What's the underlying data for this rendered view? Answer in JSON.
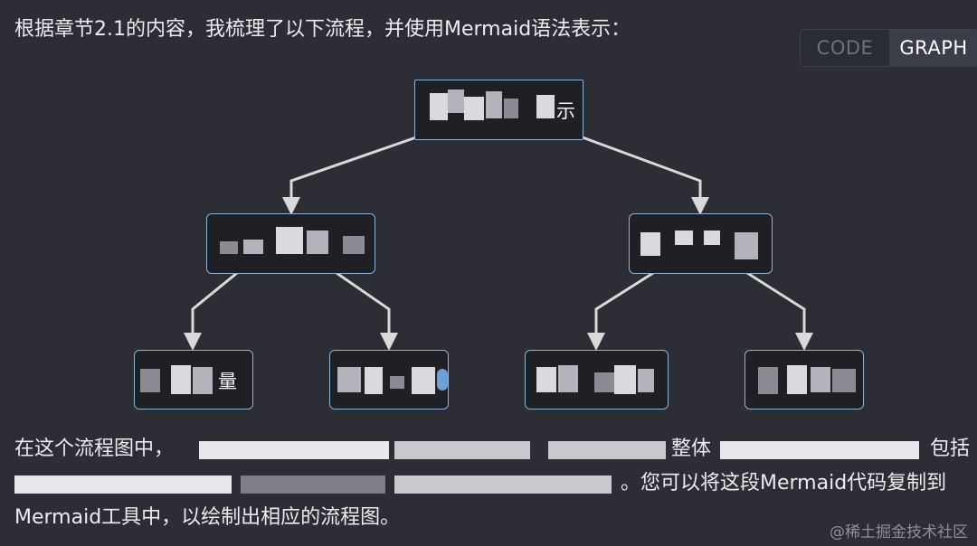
{
  "intro_text": "根据章节2.1的内容，我梳理了以下流程，并使用Mermaid语法表示：",
  "view_toggle": {
    "code_label": "CODE",
    "graph_label": "GRAPH",
    "active": "GRAPH"
  },
  "flowchart": {
    "nodes": [
      {
        "id": "root",
        "visible_text": "示"
      },
      {
        "id": "left-mid",
        "visible_text": ""
      },
      {
        "id": "right-mid",
        "visible_text": ""
      },
      {
        "id": "leaf-1",
        "visible_text": "量"
      },
      {
        "id": "leaf-2",
        "visible_text": ""
      },
      {
        "id": "leaf-3",
        "visible_text": ""
      },
      {
        "id": "leaf-4",
        "visible_text": ""
      }
    ],
    "edges": [
      [
        "root",
        "left-mid"
      ],
      [
        "root",
        "right-mid"
      ],
      [
        "left-mid",
        "leaf-1"
      ],
      [
        "left-mid",
        "leaf-2"
      ],
      [
        "right-mid",
        "leaf-3"
      ],
      [
        "right-mid",
        "leaf-4"
      ]
    ],
    "colors": {
      "node_border": "#8db3d6",
      "node_fill": "#1f2026",
      "edge": "#d9d9d9"
    }
  },
  "paragraph": {
    "line1_start": "在这个流程图中，",
    "line1_mid": "整体",
    "line1_end": "包括",
    "line2_end": "。您可以将这段Mermaid代码复制到",
    "line3": "Mermaid工具中，以绘制出相应的流程图。"
  },
  "watermark": "@稀土掘金技术社区"
}
